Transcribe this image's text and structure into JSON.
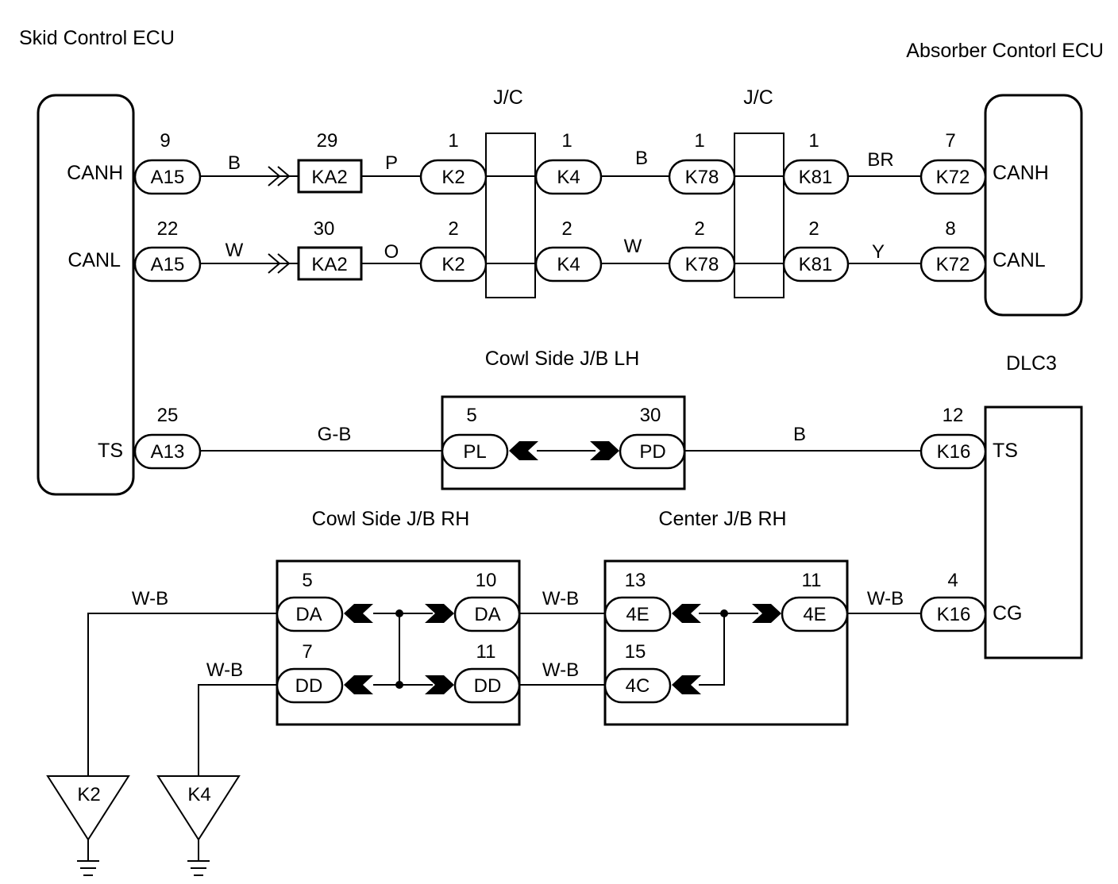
{
  "titles": {
    "skid_ecu": "Skid Control ECU",
    "absorber_ecu": "Absorber Contorl ECU",
    "jc_left": "J/C",
    "jc_right": "J/C",
    "cowl_lh": "Cowl Side J/B LH",
    "cowl_rh": "Cowl Side J/B RH",
    "center_rh": "Center J/B RH",
    "dlc3": "DLC3"
  },
  "skid_ecu": {
    "canh": "CANH",
    "canl": "CANL",
    "ts": "TS"
  },
  "absorber_ecu": {
    "canh": "CANH",
    "canl": "CANL"
  },
  "dlc3": {
    "ts": "TS",
    "cg": "CG"
  },
  "canh_row": {
    "a15_pin": "9",
    "a15": "A15",
    "wire1": "B",
    "ka2_pin": "29",
    "ka2": "KA2",
    "wire2": "P",
    "k2_pin": "1",
    "k2": "K2",
    "k4_pin": "1",
    "k4": "K4",
    "wire3": "B",
    "k78_pin": "1",
    "k78": "K78",
    "k81_pin": "1",
    "k81": "K81",
    "wire4": "BR",
    "k72_pin": "7",
    "k72": "K72"
  },
  "canl_row": {
    "a15_pin": "22",
    "a15": "A15",
    "wire1": "W",
    "ka2_pin": "30",
    "ka2": "KA2",
    "wire2": "O",
    "k2_pin": "2",
    "k2": "K2",
    "k4_pin": "2",
    "k4": "K4",
    "wire3": "W",
    "k78_pin": "2",
    "k78": "K78",
    "k81_pin": "2",
    "k81": "K81",
    "wire4": "Y",
    "k72_pin": "8",
    "k72": "K72"
  },
  "ts_row": {
    "a13_pin": "25",
    "a13": "A13",
    "wire1": "G-B",
    "pl_pin": "5",
    "pl": "PL",
    "pd_pin": "30",
    "pd": "PD",
    "wire2": "B",
    "k16_pin": "12",
    "k16": "K16"
  },
  "ground": {
    "wire_da": "W-B",
    "wire_dd": "W-B",
    "da_left_pin": "5",
    "da_left": "DA",
    "da_right_pin": "10",
    "da_right": "DA",
    "dd_left_pin": "7",
    "dd_left": "DD",
    "dd_right_pin": "11",
    "dd_right": "DD",
    "wire_mid1": "W-B",
    "wire_mid2": "W-B",
    "e4_left_pin": "13",
    "e4_left": "4E",
    "e4_right_pin": "11",
    "e4_right": "4E",
    "c4_pin": "15",
    "c4": "4C",
    "wire_right": "W-B",
    "k16_pin": "4",
    "k16": "K16",
    "gnd1": "K2",
    "gnd2": "K4"
  }
}
